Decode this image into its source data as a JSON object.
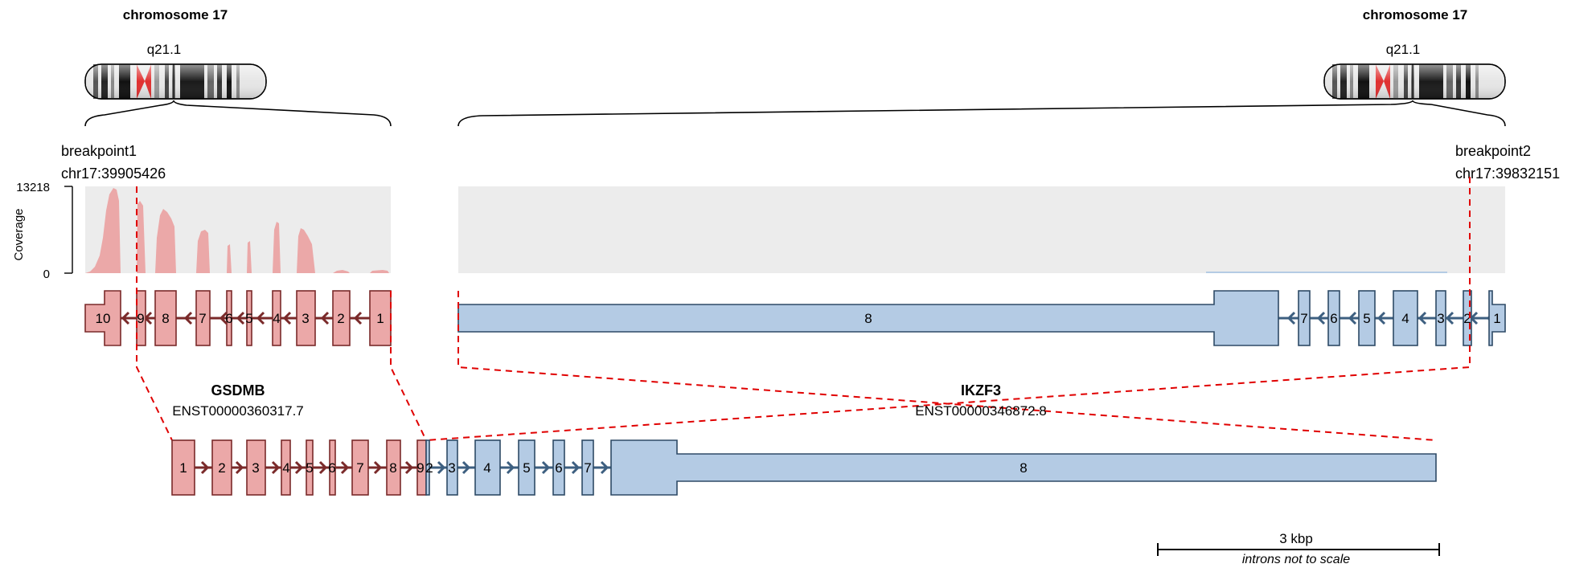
{
  "chromosome_left": {
    "title": "chromosome 17",
    "band": "q21.1"
  },
  "chromosome_right": {
    "title": "chromosome 17",
    "band": "q21.1"
  },
  "breakpoint1": {
    "label": "breakpoint1",
    "position": "chr17:39905426"
  },
  "breakpoint2": {
    "label": "breakpoint2",
    "position": "chr17:39832151"
  },
  "coverage": {
    "axis_label": "Coverage",
    "max": "13218",
    "min": "0"
  },
  "gene1": {
    "name": "GSDMB",
    "transcript": "ENST00000360317.7",
    "color": "#eba8a8",
    "upper_exons": [
      "10",
      "9",
      "8",
      "7",
      "6",
      "5",
      "4",
      "3",
      "2",
      "1"
    ],
    "fusion_exons": [
      "1",
      "2",
      "3",
      "4",
      "5",
      "6",
      "7",
      "8",
      "9"
    ]
  },
  "gene2": {
    "name": "IKZF3",
    "transcript": "ENST00000346872.8",
    "color": "#b4cbe4",
    "upper_exons": [
      "8",
      "7",
      "6",
      "5",
      "4",
      "3",
      "2",
      "1"
    ],
    "fusion_exons": [
      "2",
      "3",
      "4",
      "5",
      "6",
      "7",
      "8"
    ]
  },
  "scale": {
    "label": "3 kbp",
    "note": "introns not to scale"
  }
}
